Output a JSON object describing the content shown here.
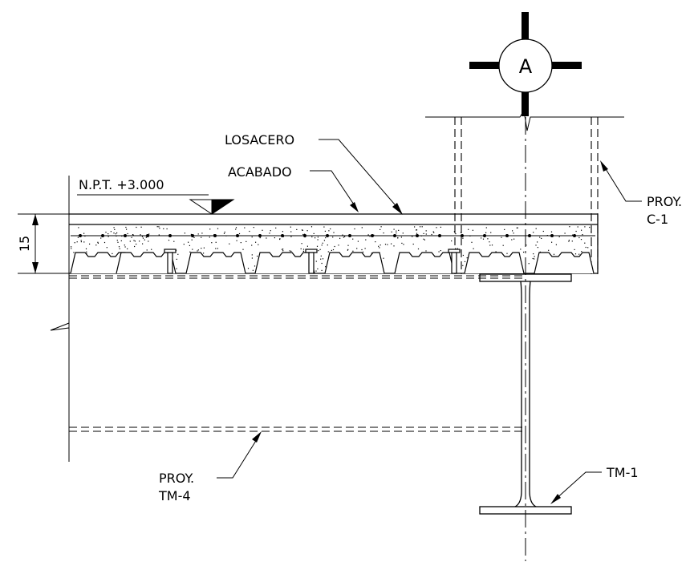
{
  "labels": {
    "grid_axis": "A",
    "losacero": "LOSACERO",
    "acabado": "ACABADO",
    "npt": "N.P.T.  +3.000",
    "slab_thickness": "15",
    "proy_c1_line1": "PROY.",
    "proy_c1_line2": "C-1",
    "proy_tm4_line1": "PROY.",
    "proy_tm4_line2": "TM-4",
    "tm1": "TM-1"
  },
  "slab": {
    "deck_profile_count": 8,
    "shear_stud_count": 3
  }
}
